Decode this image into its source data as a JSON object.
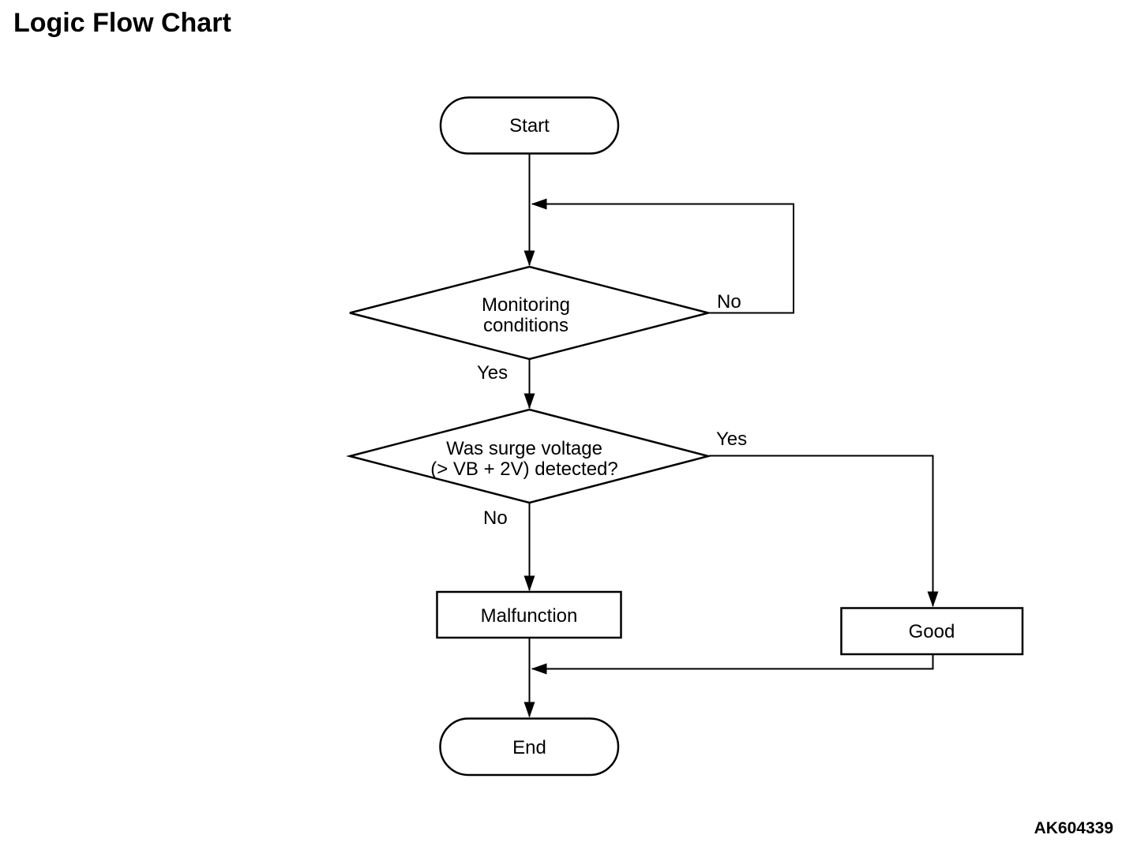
{
  "page": {
    "title": "Logic Flow Chart",
    "figure_code": "AK604339"
  },
  "flowchart": {
    "nodes": {
      "start": {
        "type": "terminator",
        "label": "Start"
      },
      "monitoring": {
        "type": "decision",
        "line1": "Monitoring",
        "line2": "conditions"
      },
      "surge": {
        "type": "decision",
        "line1": "Was surge voltage",
        "line2": "(> VB + 2V) detected?"
      },
      "malfunction": {
        "type": "process",
        "label": "Malfunction"
      },
      "good": {
        "type": "process",
        "label": "Good"
      },
      "end": {
        "type": "terminator",
        "label": "End"
      }
    },
    "edges": [
      {
        "from": "start",
        "to": "monitoring",
        "label": ""
      },
      {
        "from": "monitoring",
        "to": "monitoring",
        "label": "No"
      },
      {
        "from": "monitoring",
        "to": "surge",
        "label": "Yes"
      },
      {
        "from": "surge",
        "to": "good",
        "label": "Yes"
      },
      {
        "from": "surge",
        "to": "malfunction",
        "label": "No"
      },
      {
        "from": "malfunction",
        "to": "end",
        "label": ""
      },
      {
        "from": "good",
        "to": "end",
        "label": ""
      }
    ],
    "colors": {
      "line": "#000000",
      "text": "#000000",
      "background": "#ffffff"
    }
  }
}
